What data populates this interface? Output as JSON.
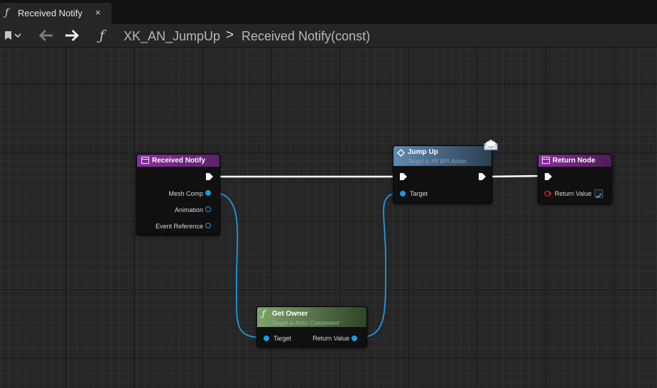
{
  "tab": {
    "icon": "function-icon",
    "title": "Received Notify",
    "close": "×"
  },
  "toolbar": {
    "bookmark_icon": "bookmark-icon",
    "back_icon": "arrow-left-icon",
    "forward_icon": "arrow-right-icon",
    "function_glyph": "ƒ",
    "breadcrumb": [
      "XK_AN_JumpUp",
      "Received Notify(const)"
    ],
    "separator": ">"
  },
  "nodes": {
    "received_notify": {
      "title": "Received Notify",
      "pins": [
        "Mesh Comp",
        "Animation",
        "Event Reference"
      ]
    },
    "jump_up": {
      "title": "Jump Up",
      "subtitle": "Target is XK BPI Action",
      "pins": [
        "Target"
      ]
    },
    "return_node": {
      "title": "Return Node",
      "pins": [
        "Return Value"
      ],
      "return_value_checked": true
    },
    "get_owner": {
      "title": "Get Owner",
      "subtitle": "Target is Actor Component",
      "pins": [
        "Target",
        "Return Value"
      ]
    }
  },
  "colors": {
    "event_header": "#7b2b8d",
    "jump_header": "#4a6b8a",
    "owner_header": "#4f7a3f",
    "object_pin": "#1b9be3",
    "bool_pin": "#c62121",
    "exec_wire": "#ffffff"
  }
}
